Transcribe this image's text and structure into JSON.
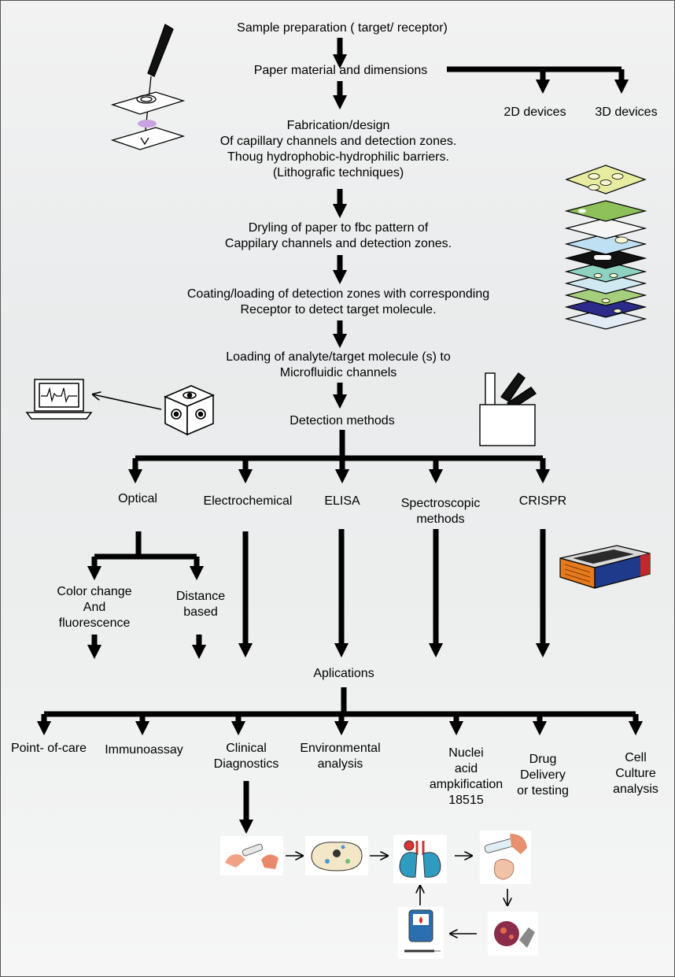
{
  "steps": {
    "sample": "Sample preparation ( target/ receptor)",
    "paper": "Paper material and dimensions",
    "devices_2d": "2D devices",
    "devices_3d": "3D devices",
    "fabrication": [
      "Fabrication/design",
      "Of capillary channels and detection zones.",
      "Thoug hydrophobic-hydrophilic barriers.",
      "(Lithografic techniques)"
    ],
    "drying": [
      "Dryling of paper to fbc pattern of",
      "Cappilary channels and detection zones."
    ],
    "coating": [
      "Coating/loading of detection zones with corresponding",
      "Receptor to detect target molecule."
    ],
    "loading": [
      "Loading of analyte/target molecule (s) to",
      "Microfluidic channels"
    ],
    "detection": "Detection methods"
  },
  "methods": {
    "optical": "Optical",
    "electrochemical": "Electrochemical",
    "elisa": "ELISA",
    "spectroscopic": [
      "Spectroscopic",
      "methods"
    ],
    "crispr": "CRISPR",
    "color_change": [
      "Color change",
      "And",
      "fluorescence"
    ],
    "distance": [
      "Distance",
      "based"
    ]
  },
  "applications": {
    "title": "Aplications",
    "items": {
      "point_of_care": "Point- of-care",
      "immunoassay": "Immunoassay",
      "clinical": [
        "Clinical",
        "Diagnostics"
      ],
      "environmental": [
        "Environmental",
        "analysis"
      ],
      "nuclei": [
        "Nuclei",
        "acid",
        "ampkification",
        "18515"
      ],
      "drug": [
        "Drug",
        "Delivery",
        "or testing"
      ],
      "cell": [
        "Cell",
        "Culture",
        "analysis"
      ]
    }
  },
  "colors": {
    "ink": "#000000",
    "background": "#eef0f0"
  }
}
